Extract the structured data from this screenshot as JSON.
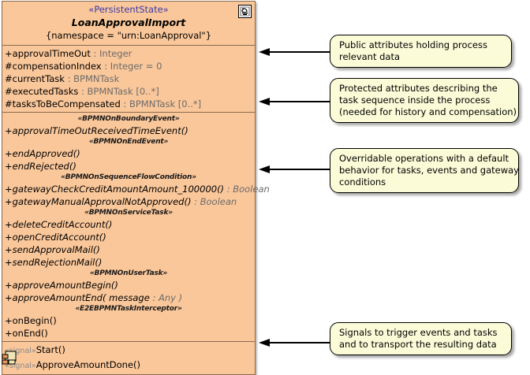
{
  "diagram": {
    "type": "uml-class-diagram",
    "background": "#ffffff",
    "class_fill": "#fac79a",
    "class_border": "#8a6a4e",
    "note_fill": "#fbfbd8",
    "note_border": "#000000",
    "stereotype_color": "#3a3aa8",
    "type_color": "#6b6b6b"
  },
  "class_box": {
    "stereotype": "«PersistentState»",
    "name": "LoanApprovalImport",
    "properties": "{namespace = \"urn:LoanApproval\"}",
    "icon": "persistent-state-icon",
    "attributes": [
      {
        "visibility": "+",
        "name": "approvalTimeOut",
        "type": " : Integer",
        "abstract": false
      },
      {
        "visibility": "#",
        "name": "compensationIndex",
        "type": " : Integer = 0",
        "abstract": false
      },
      {
        "visibility": "#",
        "name": "currentTask",
        "type": " : BPMNTask",
        "abstract": false
      },
      {
        "visibility": "#",
        "name": "executedTasks",
        "type": " : BPMNTask [0..*]",
        "abstract": false
      },
      {
        "visibility": "#",
        "name": "tasksToBeCompensated",
        "type": " : BPMNTask [0..*]",
        "abstract": false
      }
    ],
    "operation_groups": [
      {
        "stereotype": "«BPMNOnBoundaryEvent»",
        "operations": [
          {
            "visibility": "+",
            "name": "approvalTimeOutReceivedTimeEvent()",
            "type": "",
            "abstract": true
          }
        ]
      },
      {
        "stereotype": "«BPMNOnEndEvent»",
        "operations": [
          {
            "visibility": "+",
            "name": "endApproved()",
            "type": "",
            "abstract": true
          },
          {
            "visibility": "+",
            "name": "endRejected()",
            "type": "",
            "abstract": true
          }
        ]
      },
      {
        "stereotype": "«BPMNOnSequenceFlowCondition»",
        "operations": [
          {
            "visibility": "+",
            "name": "gatewayCheckCreditAmountAmount_100000()",
            "type": " : Boolean",
            "abstract": true
          },
          {
            "visibility": "+",
            "name": "gatewayManualApprovalNotApproved()",
            "type": " : Boolean",
            "abstract": true
          }
        ]
      },
      {
        "stereotype": "«BPMNOnServiceTask»",
        "operations": [
          {
            "visibility": "+",
            "name": "deleteCreditAccount()",
            "type": "",
            "abstract": true
          },
          {
            "visibility": "+",
            "name": "openCreditAccount()",
            "type": "",
            "abstract": true
          },
          {
            "visibility": "+",
            "name": "sendApprovalMail()",
            "type": "",
            "abstract": true
          },
          {
            "visibility": "+",
            "name": "sendRejectionMail()",
            "type": "",
            "abstract": true
          }
        ]
      },
      {
        "stereotype": "«BPMNOnUserTask»",
        "operations": [
          {
            "visibility": "+",
            "name": "approveAmountBegin()",
            "type": "",
            "abstract": true
          },
          {
            "visibility": "+",
            "name": "approveAmountEnd( message",
            "type": " : Any )",
            "abstract": true
          }
        ]
      },
      {
        "stereotype": "«E2EBPMNTaskInterceptor»",
        "operations": [
          {
            "visibility": "+",
            "name": "onBegin()",
            "type": "",
            "abstract": false
          },
          {
            "visibility": "+",
            "name": "onEnd()",
            "type": "",
            "abstract": false
          }
        ]
      }
    ],
    "signals": [
      {
        "stereotype": "«signal»",
        "name": "Start()"
      },
      {
        "stereotype": "«signal»",
        "name": "ApproveAmountDone()"
      }
    ]
  },
  "notes": [
    {
      "id": "note-public-attributes",
      "lines": [
        "Public attributes holding process",
        "relevant data"
      ]
    },
    {
      "id": "note-protected-attributes",
      "lines": [
        "Protected attributes describing the",
        "task sequence inside the process",
        "(needed for history and compensation)"
      ]
    },
    {
      "id": "note-overridable-operations",
      "lines": [
        "Overridable operations with a default",
        "behavior for tasks, events and gateway",
        "conditions"
      ]
    },
    {
      "id": "note-signals",
      "lines": [
        "Signals to trigger events and tasks",
        "and to transport the resulting data"
      ]
    }
  ]
}
